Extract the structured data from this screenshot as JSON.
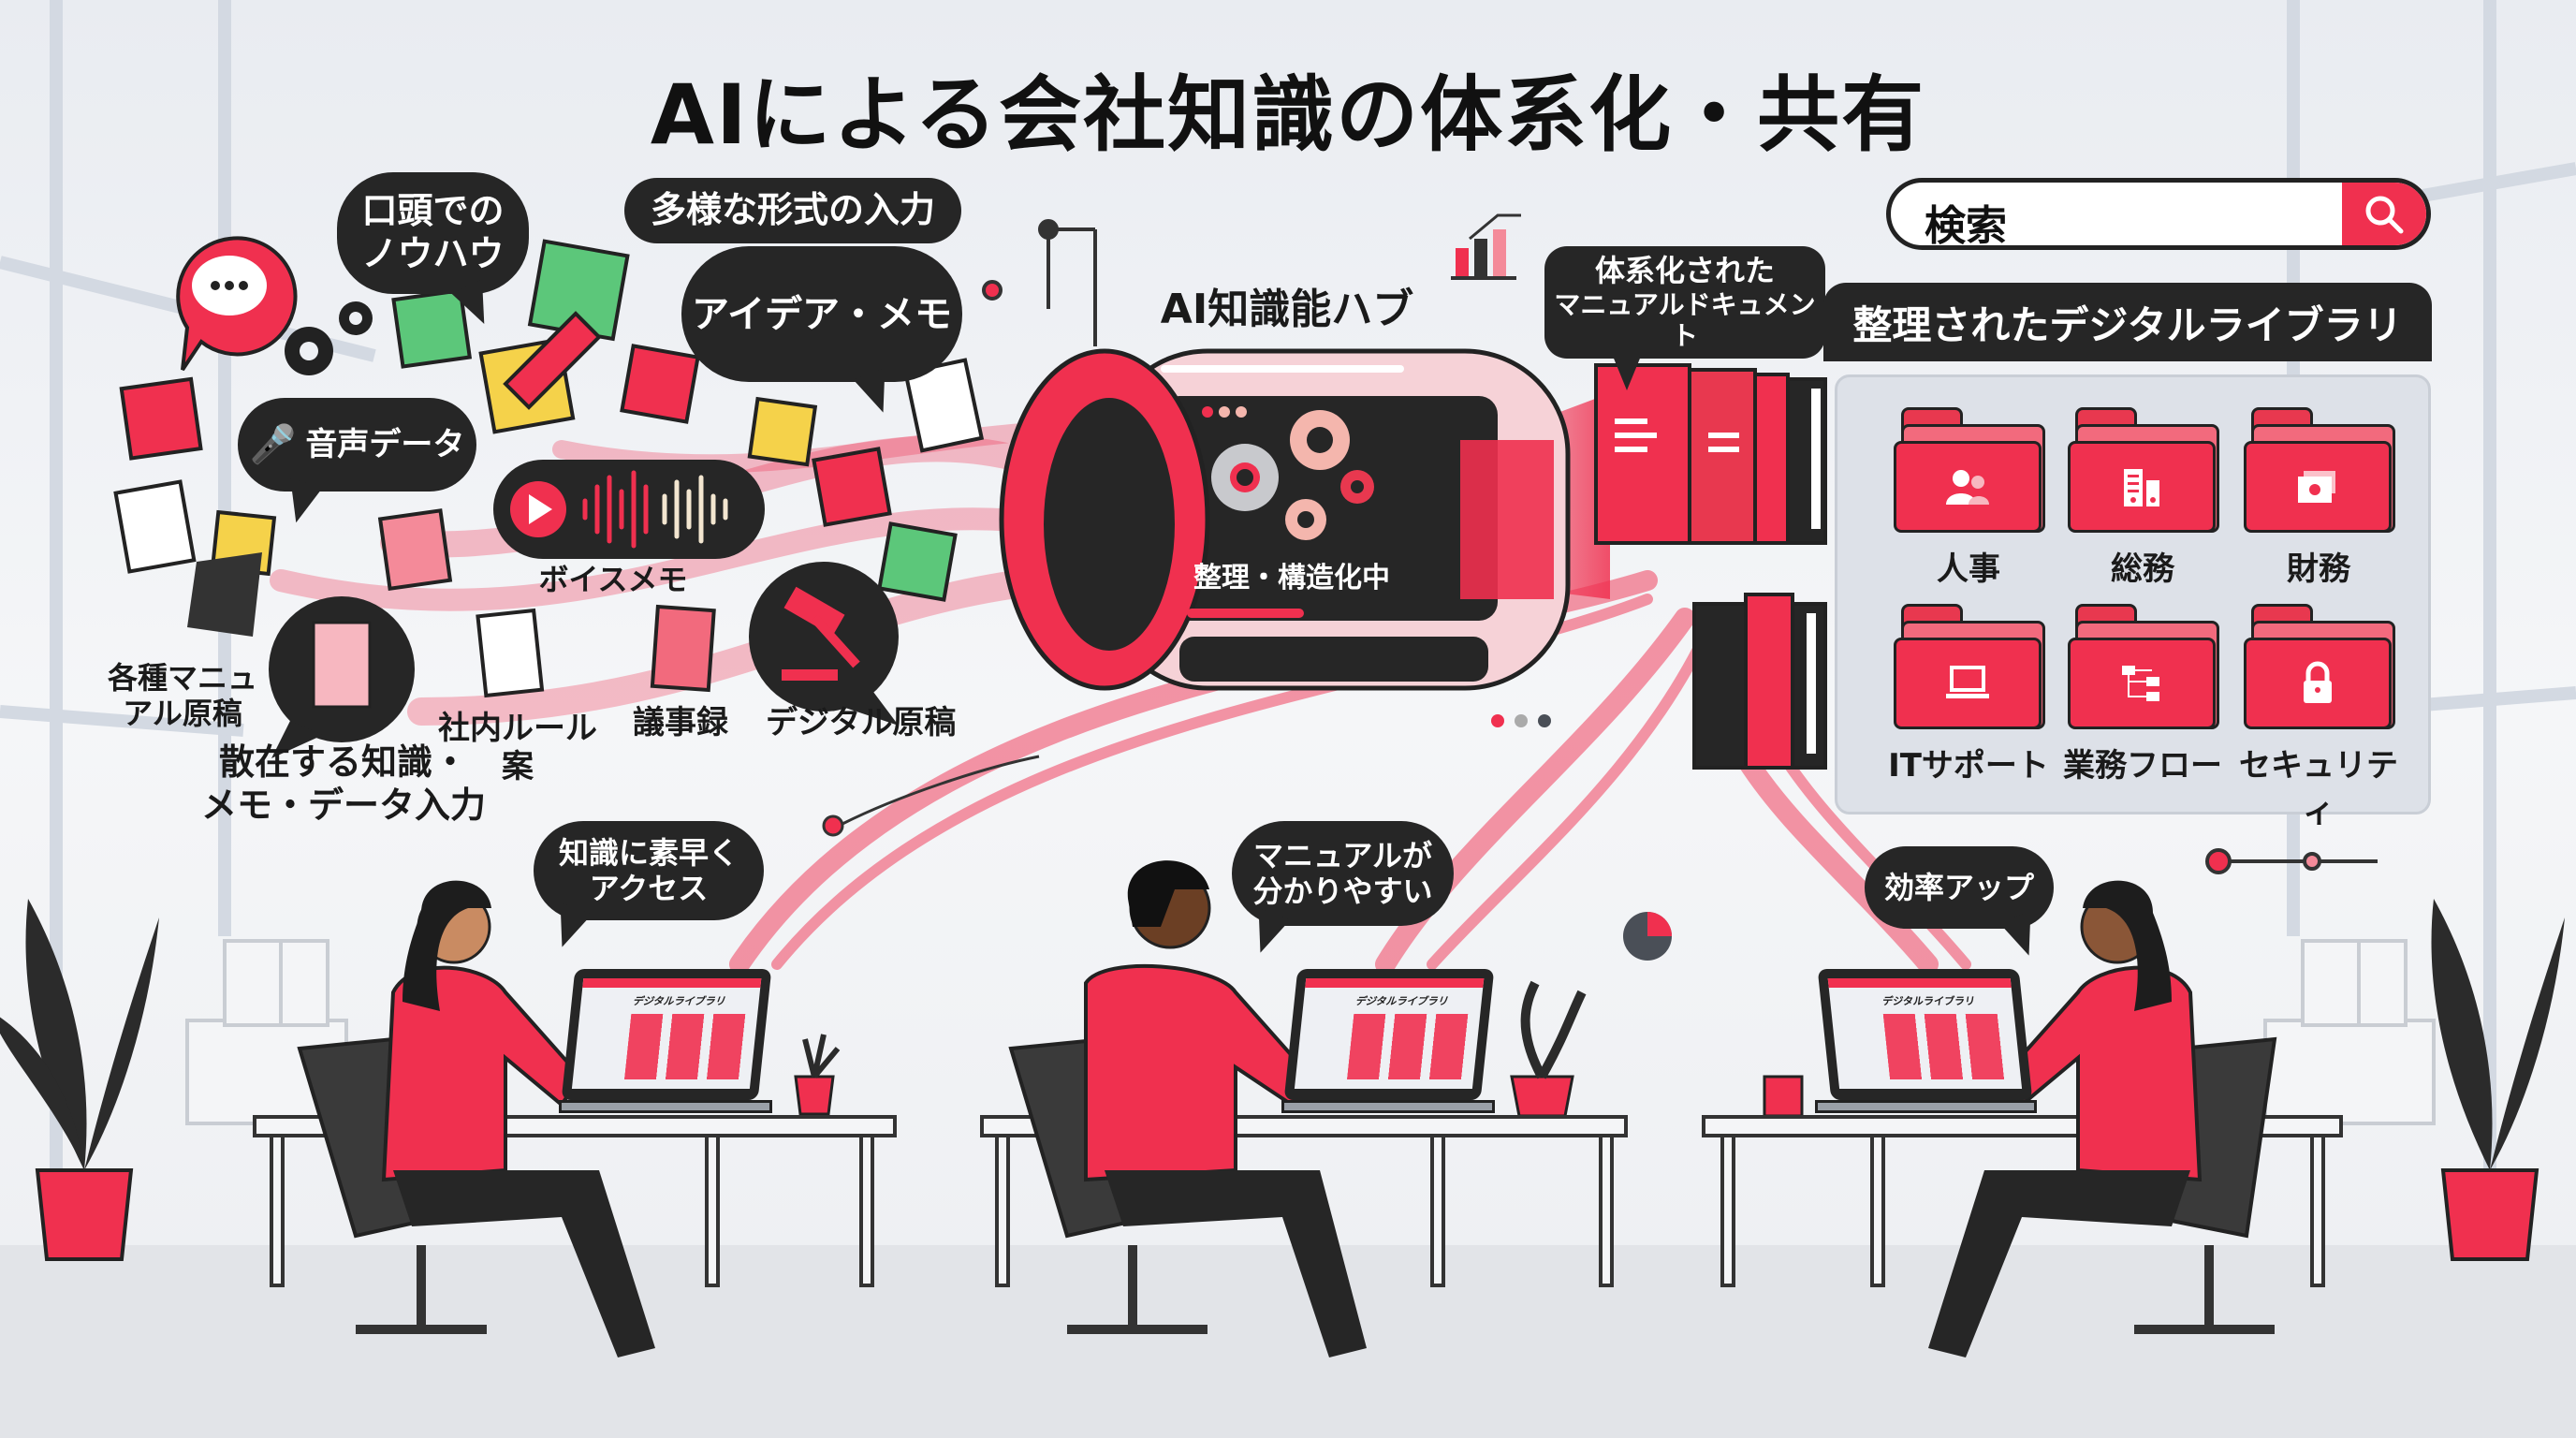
{
  "title": "AIによる会社知識の体系化・共有",
  "colors": {
    "accent": "#f0304f",
    "dark": "#262626",
    "pink": "#f48a99",
    "green": "#5cc77a",
    "yellow": "#f5d24a",
    "background": "#eef0f4"
  },
  "search": {
    "placeholder": "検索",
    "icon": "search-icon"
  },
  "inputs": {
    "oral_knowhow": [
      "口頭での",
      "ノウハウ"
    ],
    "various_formats": "多様な形式の入力",
    "idea_memo": "アイデア・メモ",
    "voice_data": "音声データ",
    "voice_memo_label": "ボイスメモ",
    "manual_drafts": [
      "各種マニュ",
      "アル原稿"
    ],
    "scattered": [
      "散在する知識・",
      "メモ・データ入力"
    ],
    "internal_rules": [
      "社内ルール",
      "案"
    ],
    "minutes": "議事録",
    "digital_drafts": "デジタル原稿"
  },
  "hub": {
    "title": "AI知識能ハブ",
    "status": "整理・構造化中"
  },
  "output": {
    "manual_docs": [
      "体系化された",
      "マニュアルドキュメント"
    ],
    "library_title": "整理されたデジタルライブラリ",
    "folders": [
      {
        "label": "人事",
        "icon": "people-icon"
      },
      {
        "label": "総務",
        "icon": "building-icon"
      },
      {
        "label": "財務",
        "icon": "money-icon"
      },
      {
        "label": "ITサポート",
        "icon": "laptop-icon"
      },
      {
        "label": "業務フロー",
        "icon": "flowchart-icon"
      },
      {
        "label": "セキュリティ",
        "icon": "lock-icon"
      }
    ]
  },
  "workers": {
    "quick_access": [
      "知識に素早く",
      "アクセス"
    ],
    "easy_manual": [
      "マニュアルが",
      "分かりやすい"
    ],
    "efficiency": "効率アップ",
    "laptop_screen_title": "デジタルライブラリ"
  }
}
